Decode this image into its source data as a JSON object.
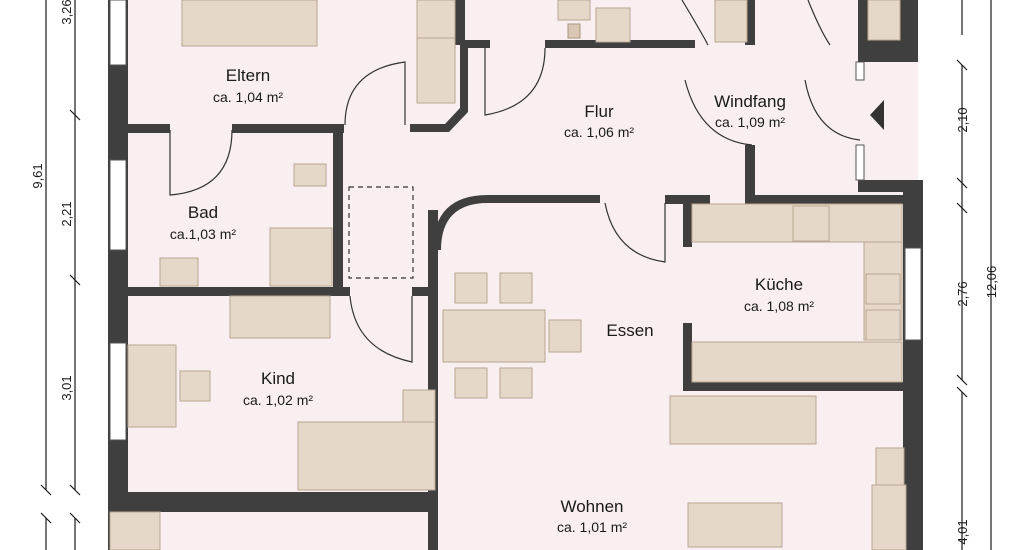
{
  "rooms": {
    "eltern": {
      "name": "Eltern",
      "area": "ca. 1,04 m²"
    },
    "flur": {
      "name": "Flur",
      "area": "ca. 1,06 m²"
    },
    "windfang": {
      "name": "Windfang",
      "area": "ca. 1,09 m²"
    },
    "bad": {
      "name": "Bad",
      "area": "ca.1,03 m²"
    },
    "kueche": {
      "name": "Küche",
      "area": "ca. 1,08 m²"
    },
    "essen": {
      "name": "Essen"
    },
    "kind": {
      "name": "Kind",
      "area": "ca. 1,02 m²"
    },
    "wohnen": {
      "name": "Wohnen",
      "area": "ca. 1,01 m²"
    }
  },
  "dimensions": {
    "left_total": "9,61",
    "left_1": "3,26",
    "left_2": "2,21",
    "left_3": "3,01",
    "right_total": "12,06",
    "right_1": "2,10",
    "right_2": "2,76",
    "right_3": "4,01"
  },
  "colors": {
    "wall": "#3f3f3f",
    "floor": "#f9eff1",
    "furniture": "#e6d8c9"
  }
}
